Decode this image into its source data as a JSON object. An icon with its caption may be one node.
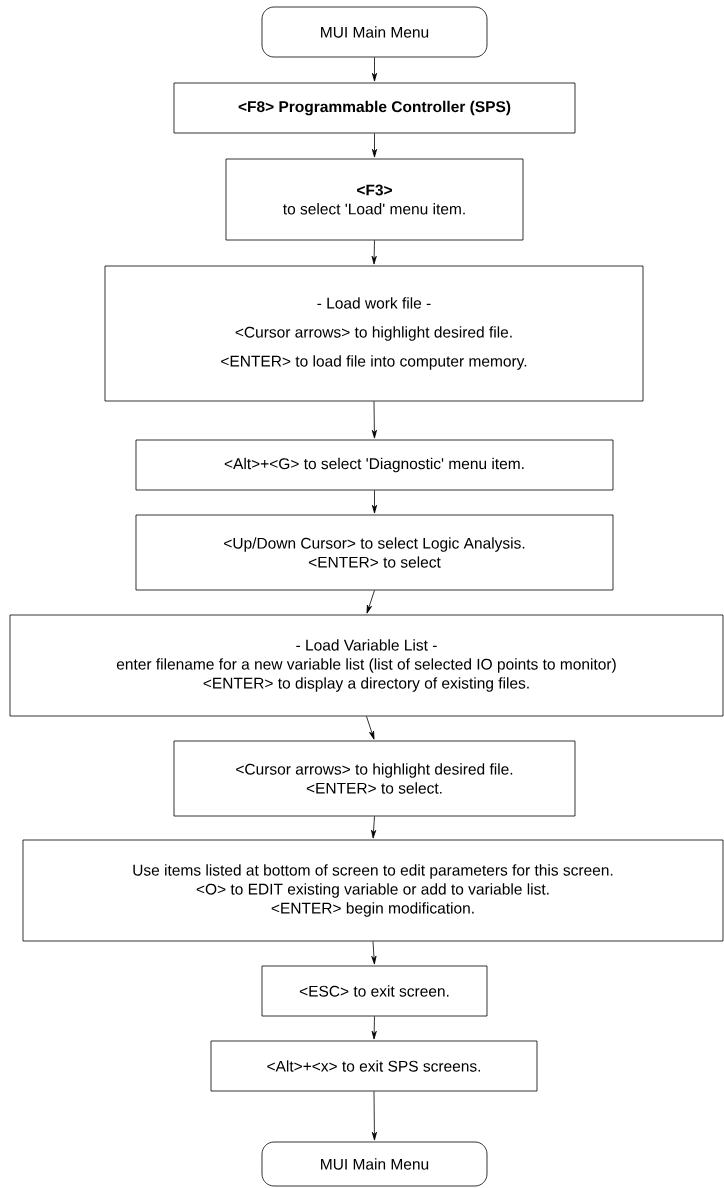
{
  "diagram": {
    "nodes": [
      {
        "text": [
          "MUI Main Menu"
        ]
      },
      {
        "text": [
          "<F8> Programmable Controller (SPS)"
        ]
      },
      {
        "text": [
          "<F3>",
          "to select 'Load' menu item."
        ]
      },
      {
        "text": [
          "- Load work file -",
          "<Cursor arrows> to highlight desired file.",
          "<ENTER> to load file into computer memory."
        ]
      },
      {
        "text": [
          "<Alt>+<G> to select 'Diagnostic' menu item."
        ]
      },
      {
        "text": [
          "<Up/Down Cursor> to select Logic Analysis.",
          "<ENTER> to select"
        ]
      },
      {
        "text": [
          "- Load Variable List -",
          "enter filename for a new variable list (list of selected IO points to monitor)",
          "<ENTER> to display a directory of existing files."
        ]
      },
      {
        "text": [
          "<Cursor arrows> to highlight desired file.",
          "<ENTER> to select."
        ]
      },
      {
        "text": [
          "Use items listed at bottom of screen to edit parameters for this screen.",
          "<O> to EDIT existing variable or add to variable list.",
          "<ENTER> begin modification."
        ]
      },
      {
        "text": [
          "<ESC> to exit screen."
        ]
      },
      {
        "text": [
          "<Alt>+<x> to exit SPS screens."
        ]
      },
      {
        "text": [
          "MUI Main Menu"
        ]
      }
    ],
    "edges": [
      {
        "from": 0,
        "to": 1,
        "arrow": "to"
      },
      {
        "from": 1,
        "to": 2,
        "arrow": "to"
      },
      {
        "from": 2,
        "to": 3,
        "arrow": "to"
      },
      {
        "from": 3,
        "to": 4,
        "arrow": "to"
      },
      {
        "from": 4,
        "to": 5,
        "arrow": "to"
      },
      {
        "from": 5,
        "to": 6,
        "arrow": "to"
      },
      {
        "from": 6,
        "to": 7,
        "arrow": "to"
      },
      {
        "from": 7,
        "to": 8,
        "arrow": "to"
      },
      {
        "from": 8,
        "to": 9,
        "arrow": "to"
      },
      {
        "from": 9,
        "to": 10,
        "arrow": "to"
      },
      {
        "from": 10,
        "to": 11,
        "arrow": "to"
      }
    ]
  }
}
